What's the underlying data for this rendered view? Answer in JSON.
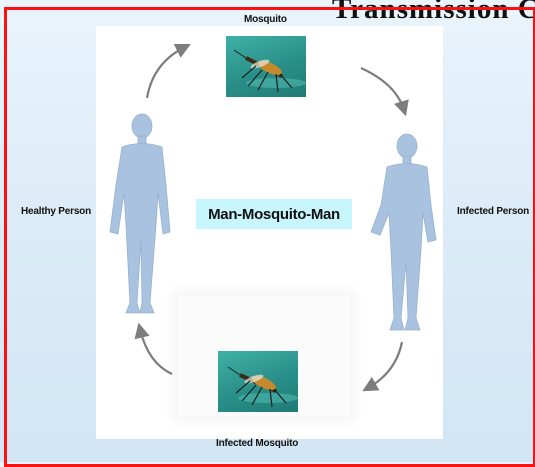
{
  "slide": {
    "title": "Transmission Cycle"
  },
  "diagram": {
    "top_label": "Mosquito",
    "right_label": "Infected Person",
    "bottom_label": "Infected Mosquito",
    "left_label": "Healthy Person",
    "center_label": "Man-Mosquito-Man",
    "colors": {
      "frame": "#ff1010",
      "center_box": "#c8f6ff",
      "figure": "#a9c2df",
      "arrow": "#7d7d7d",
      "photo_bg": "#2a8f89"
    }
  }
}
